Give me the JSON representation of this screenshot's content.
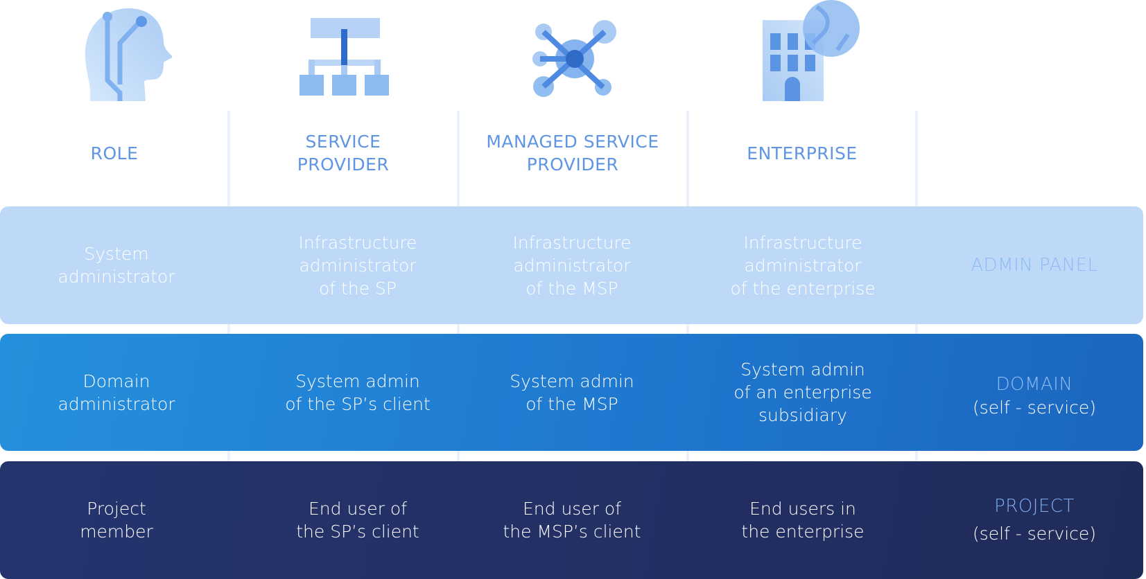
{
  "icons": [
    "head-circuit-icon",
    "hierarchy-icon",
    "network-hub-icon",
    "building-globe-icon"
  ],
  "headers": [
    {
      "lines": [
        "ROLE"
      ]
    },
    {
      "lines": [
        "SERVICE",
        "PROVIDER"
      ]
    },
    {
      "lines": [
        "MANAGED SERVICE",
        "PROVIDER"
      ]
    },
    {
      "lines": [
        "ENTERPRISE"
      ]
    }
  ],
  "rows": [
    {
      "tag": {
        "title": "ADMIN PANEL",
        "sub": ""
      },
      "cells": [
        {
          "lines": [
            "System",
            "administrator"
          ]
        },
        {
          "lines": [
            "Infrastructure",
            "administrator",
            "of the SP"
          ]
        },
        {
          "lines": [
            "Infrastructure",
            "administrator",
            "of the MSP"
          ]
        },
        {
          "lines": [
            "Infrastructure",
            "administrator",
            "of the enterprise"
          ]
        }
      ]
    },
    {
      "tag": {
        "title": "DOMAIN",
        "sub": "(self - service)"
      },
      "cells": [
        {
          "lines": [
            "Domain",
            "administrator"
          ]
        },
        {
          "lines": [
            "System admin",
            "of the SP’s client"
          ]
        },
        {
          "lines": [
            "System admin",
            "of the MSP"
          ]
        },
        {
          "lines": [
            "System admin",
            "of an enterprise",
            "subsidiary"
          ]
        }
      ]
    },
    {
      "tag": {
        "title": "PROJECT",
        "sub": "(self - service)"
      },
      "cells": [
        {
          "lines": [
            "Project",
            "member"
          ]
        },
        {
          "lines": [
            "End user of",
            "the SP’s client"
          ]
        },
        {
          "lines": [
            "End user of",
            "the MSP’s client"
          ]
        },
        {
          "lines": [
            "End users in",
            "the enterprise"
          ]
        }
      ]
    }
  ],
  "colors": {
    "header_text": "#5f95e3",
    "band_admin": "#bdd9f7",
    "band_domain": "#1f78cf",
    "band_project": "#222f63"
  }
}
